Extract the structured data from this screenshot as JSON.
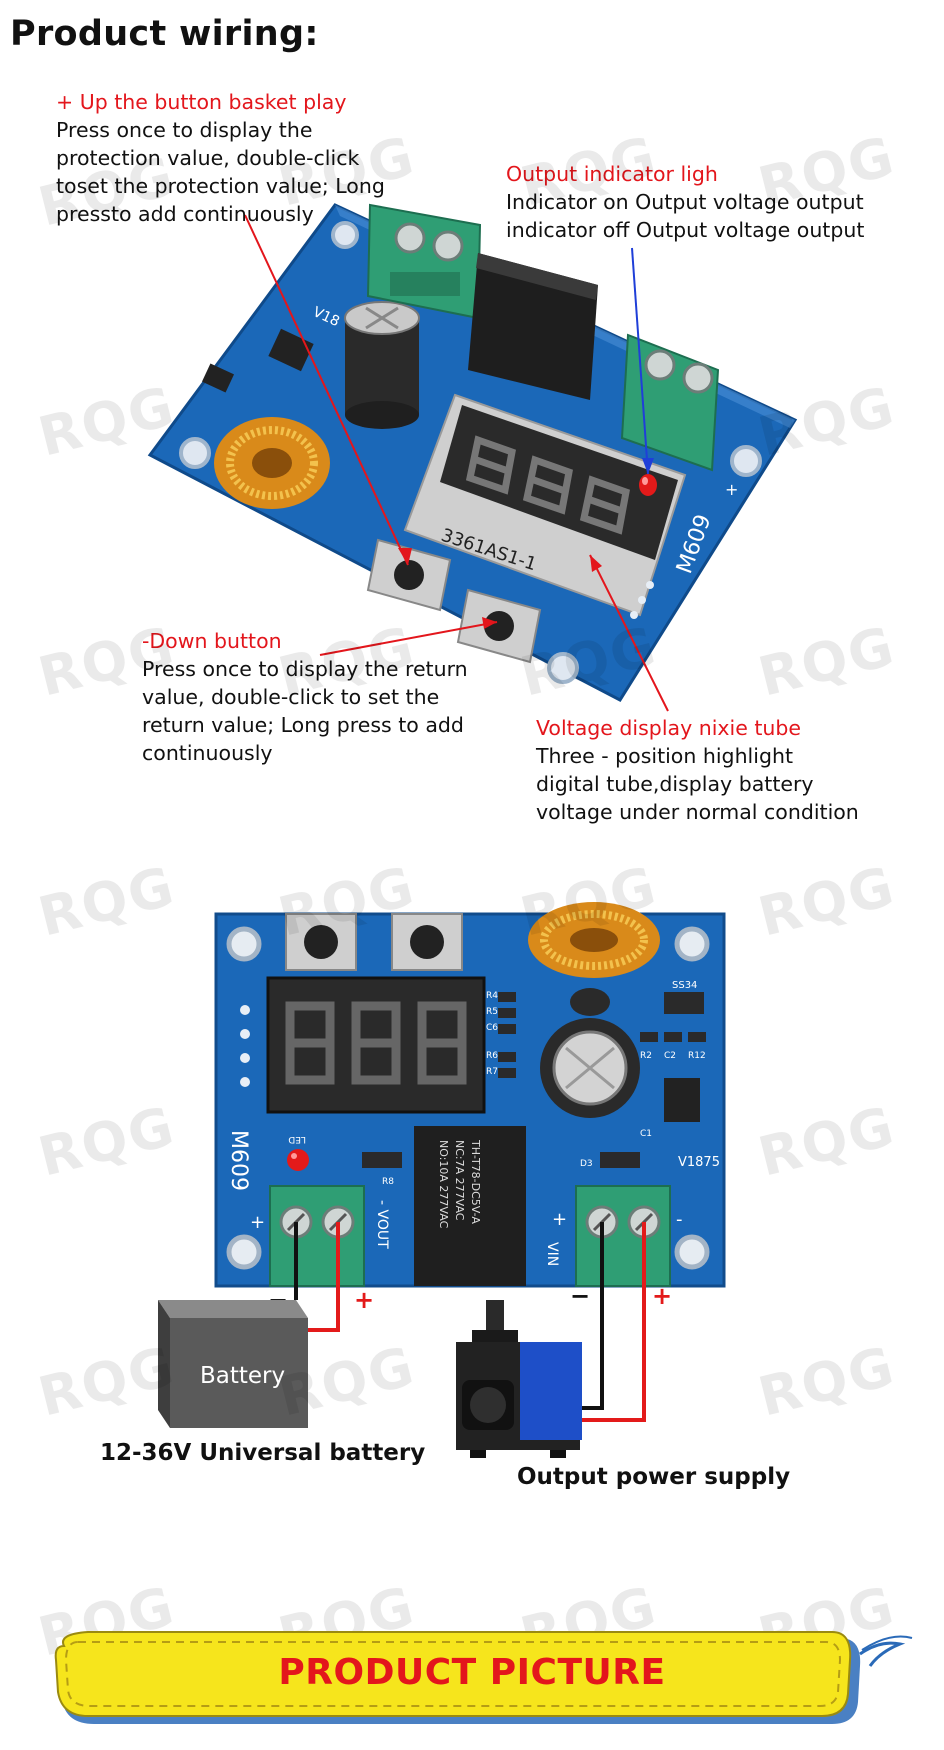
{
  "page_title": "Product wiring:",
  "top_board": {
    "display_label": "3361AS1-1",
    "model_label": "M609",
    "model_label_short": "V18",
    "polarity_plus": "+"
  },
  "callouts": {
    "up_button": {
      "heading": "+ Up the button basket play",
      "lines": [
        "Press once to display the",
        "protection value, double-click",
        "toset the protection value; Long",
        "pressto add continuously"
      ]
    },
    "output_indicator": {
      "heading": "Output indicator ligh",
      "lines": [
        "Indicator on Output voltage output",
        "indicator off Output voltage output"
      ]
    },
    "down_button": {
      "heading": "-Down button",
      "lines": [
        "Press once to display the return",
        "value, double-click to set the",
        "return value; Long press to add",
        "continuously"
      ]
    },
    "voltage_display": {
      "heading": "Voltage display nixie tube",
      "lines": [
        "Three - position highlight",
        "digital tube,display battery",
        "voltage under normal condition"
      ]
    }
  },
  "bottom_board": {
    "model_label": "M609",
    "model_code": "V1875",
    "out_label": "- VOUT",
    "in_label": "VIN",
    "relay_text": [
      "NO:10A 277VAC",
      "NC:7A 277VAC",
      "TH-T78-DC5V-A"
    ],
    "chip_label": "SS34",
    "led_label": "LED",
    "resistor_labels": [
      "R4",
      "R5",
      "C6",
      "R6",
      "R7",
      "R8",
      "R2",
      "C2",
      "R12",
      "C1",
      "D3"
    ],
    "plus_sign": "+",
    "minus_sign": "-"
  },
  "wiring": {
    "minus": "−",
    "plus": "+",
    "battery_text": "Battery",
    "battery_caption": "12-36V Universal battery",
    "output_caption": "Output power supply"
  },
  "watermark": "RQG",
  "banner": {
    "text": "PRODUCT PICTURE"
  },
  "colors": {
    "pcb_blue": "#1b68b8",
    "terminal_green": "#2f9e74",
    "callout_red": "#e3161c",
    "indicator_blue": "#1f3fd8",
    "banner_yellow": "#f6e51c"
  }
}
